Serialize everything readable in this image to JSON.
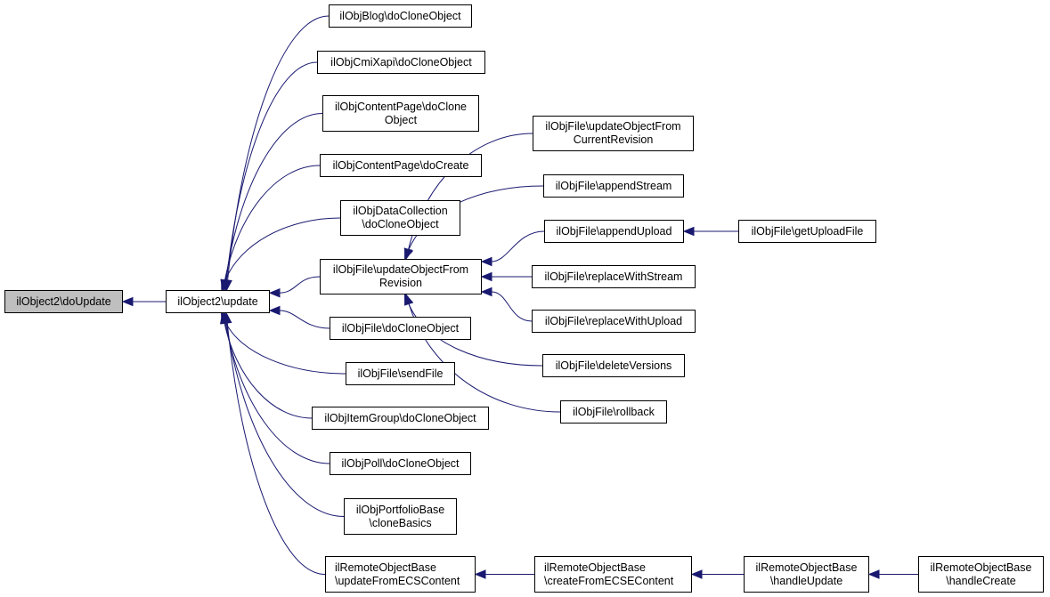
{
  "diagram": {
    "type": "caller-graph",
    "edge_color": "#191970",
    "root_fill": "#bfbfbf",
    "nodes": [
      {
        "id": "doUpdate",
        "label": "ilObject2\\doUpdate",
        "root": true
      },
      {
        "id": "update",
        "label": "ilObject2\\update"
      },
      {
        "id": "blogClone",
        "label": "ilObjBlog\\doCloneObject"
      },
      {
        "id": "cmiClone",
        "label": "ilObjCmiXapi\\doCloneObject"
      },
      {
        "id": "cpClone",
        "label": "ilObjContentPage\\doClone\nObject"
      },
      {
        "id": "cpCreate",
        "label": "ilObjContentPage\\doCreate"
      },
      {
        "id": "dcClone",
        "label": "ilObjDataCollection\n\\doCloneObject"
      },
      {
        "id": "fileUpdRev",
        "label": "ilObjFile\\updateObjectFrom\nRevision"
      },
      {
        "id": "fileClone",
        "label": "ilObjFile\\doCloneObject"
      },
      {
        "id": "fileSend",
        "label": "ilObjFile\\sendFile"
      },
      {
        "id": "igClone",
        "label": "ilObjItemGroup\\doCloneObject"
      },
      {
        "id": "pollClone",
        "label": "ilObjPoll\\doCloneObject"
      },
      {
        "id": "portfolio",
        "label": "ilObjPortfolioBase\n\\cloneBasics"
      },
      {
        "id": "remoteUpd",
        "label": "ilRemoteObjectBase\n\\updateFromECSContent",
        "align": "left"
      },
      {
        "id": "fileUpdCur",
        "label": "ilObjFile\\updateObjectFrom\nCurrentRevision"
      },
      {
        "id": "appendStream",
        "label": "ilObjFile\\appendStream"
      },
      {
        "id": "appendUpload",
        "label": "ilObjFile\\appendUpload"
      },
      {
        "id": "replStream",
        "label": "ilObjFile\\replaceWithStream"
      },
      {
        "id": "replUpload",
        "label": "ilObjFile\\replaceWithUpload"
      },
      {
        "id": "delVersions",
        "label": "ilObjFile\\deleteVersions"
      },
      {
        "id": "rollback",
        "label": "ilObjFile\\rollback"
      },
      {
        "id": "getUpload",
        "label": "ilObjFile\\getUploadFile"
      },
      {
        "id": "remoteCreate",
        "label": "ilRemoteObjectBase\n\\createFromECSEContent",
        "align": "left"
      },
      {
        "id": "handleUpdate",
        "label": "ilRemoteObjectBase\n\\handleUpdate"
      },
      {
        "id": "handleCreate",
        "label": "ilRemoteObjectBase\n\\handleCreate"
      }
    ],
    "edges": [
      {
        "from": "update",
        "to": "doUpdate"
      },
      {
        "from": "blogClone",
        "to": "update"
      },
      {
        "from": "cmiClone",
        "to": "update"
      },
      {
        "from": "cpClone",
        "to": "update"
      },
      {
        "from": "cpCreate",
        "to": "update"
      },
      {
        "from": "dcClone",
        "to": "update"
      },
      {
        "from": "fileUpdRev",
        "to": "update"
      },
      {
        "from": "fileClone",
        "to": "update"
      },
      {
        "from": "fileSend",
        "to": "update"
      },
      {
        "from": "igClone",
        "to": "update"
      },
      {
        "from": "pollClone",
        "to": "update"
      },
      {
        "from": "portfolio",
        "to": "update"
      },
      {
        "from": "remoteUpd",
        "to": "update"
      },
      {
        "from": "fileUpdCur",
        "to": "fileUpdRev"
      },
      {
        "from": "appendStream",
        "to": "fileUpdRev"
      },
      {
        "from": "appendUpload",
        "to": "fileUpdRev"
      },
      {
        "from": "replStream",
        "to": "fileUpdRev"
      },
      {
        "from": "replUpload",
        "to": "fileUpdRev"
      },
      {
        "from": "delVersions",
        "to": "fileUpdRev"
      },
      {
        "from": "rollback",
        "to": "fileUpdRev"
      },
      {
        "from": "getUpload",
        "to": "appendUpload"
      },
      {
        "from": "remoteCreate",
        "to": "remoteUpd"
      },
      {
        "from": "handleUpdate",
        "to": "remoteCreate"
      },
      {
        "from": "handleCreate",
        "to": "handleUpdate"
      }
    ]
  }
}
